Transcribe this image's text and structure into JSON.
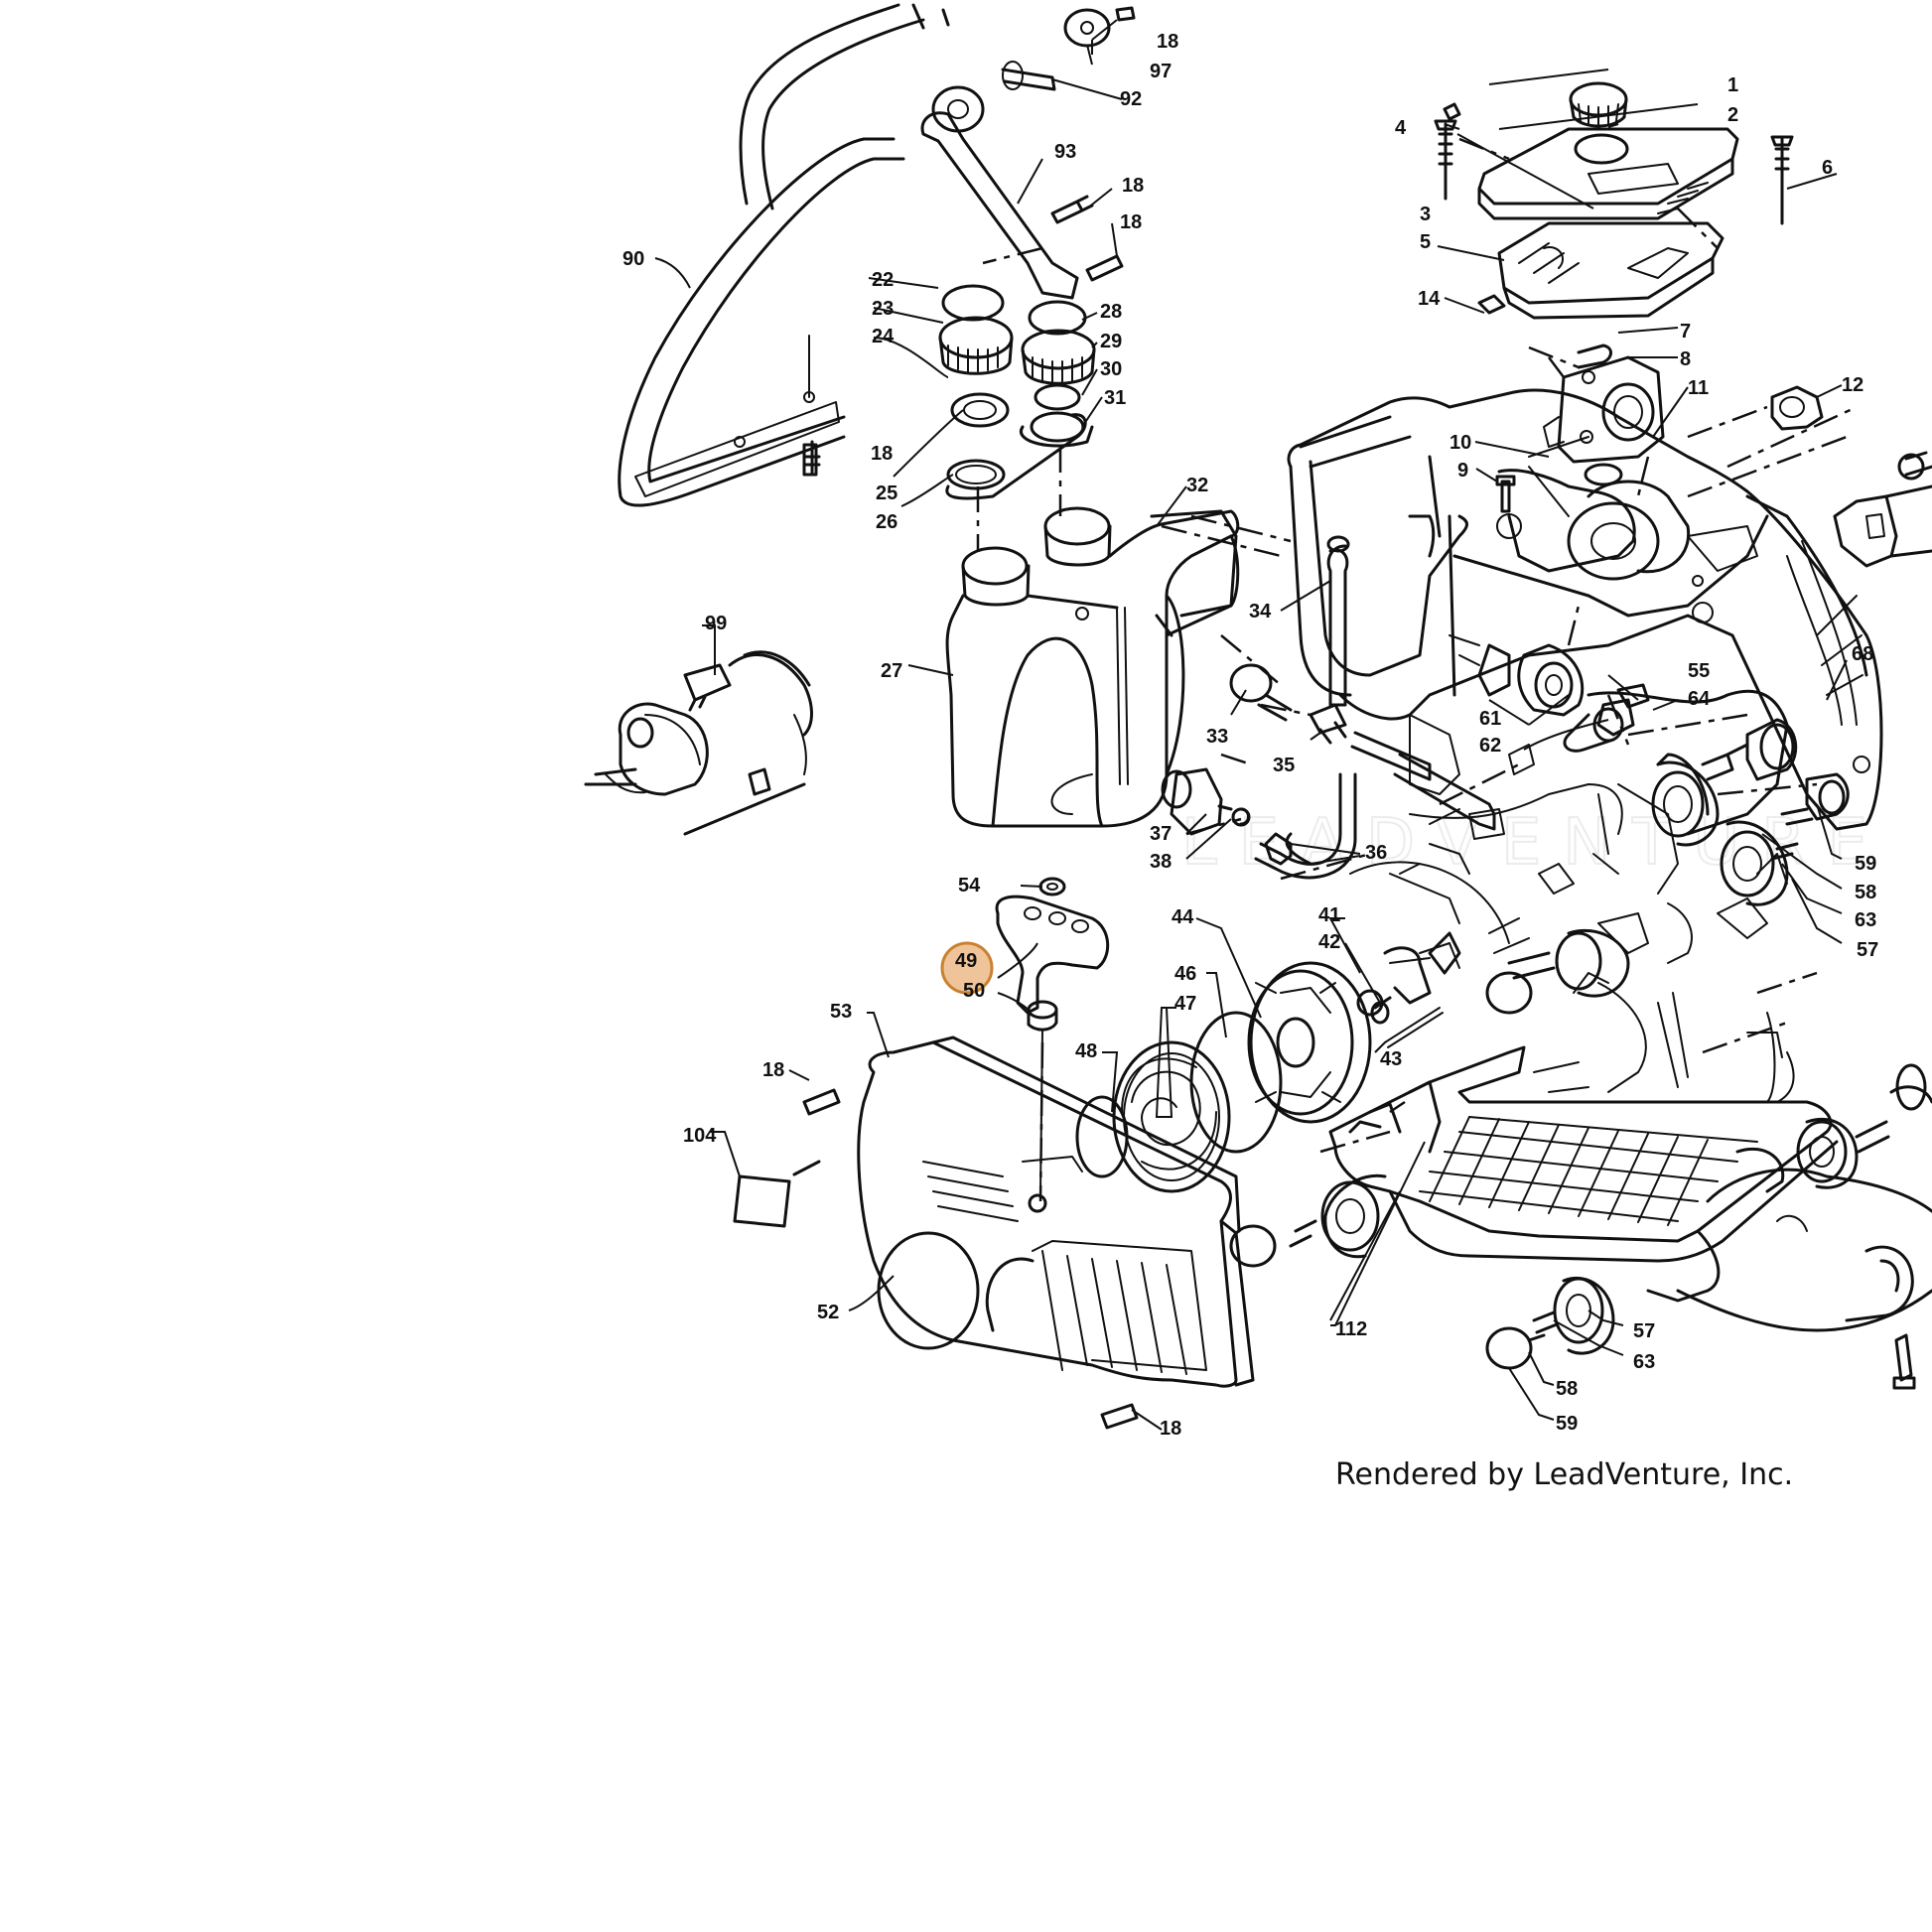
{
  "credit": "Rendered by LeadVenture, Inc.",
  "watermark": "LEADVENTURE",
  "highlight": {
    "label": "49",
    "color": "#f0c49a",
    "border": "#c8822f"
  },
  "labels": {
    "l1": "1",
    "l2": "2",
    "l3": "3",
    "l4": "4",
    "l5": "5",
    "l6": "6",
    "l7": "7",
    "l8": "8",
    "l9": "9",
    "l10": "10",
    "l11": "11",
    "l12": "12",
    "l14": "14",
    "l18a": "18",
    "l18b": "18",
    "l18c": "18",
    "l18d": "18",
    "l18e": "18",
    "l18f": "18",
    "l22": "22",
    "l23": "23",
    "l24": "24",
    "l25": "25",
    "l26": "26",
    "l27": "27",
    "l28": "28",
    "l29": "29",
    "l30": "30",
    "l31": "31",
    "l32": "32",
    "l33": "33",
    "l34": "34",
    "l35": "35",
    "l36": "36",
    "l37": "37",
    "l38": "38",
    "l41": "41",
    "l42": "42",
    "l43": "43",
    "l44": "44",
    "l46": "46",
    "l47": "47",
    "l48": "48",
    "l49": "49",
    "l50": "50",
    "l52": "52",
    "l53": "53",
    "l54": "54",
    "l55": "55",
    "l57a": "57",
    "l57b": "57",
    "l58a": "58",
    "l58b": "58",
    "l59a": "59",
    "l59b": "59",
    "l61": "61",
    "l62": "62",
    "l63a": "63",
    "l63b": "63",
    "l64": "64",
    "l68": "68",
    "l90": "90",
    "l92": "92",
    "l93": "93",
    "l97": "97",
    "l99": "99",
    "l104": "104",
    "l112": "112"
  }
}
